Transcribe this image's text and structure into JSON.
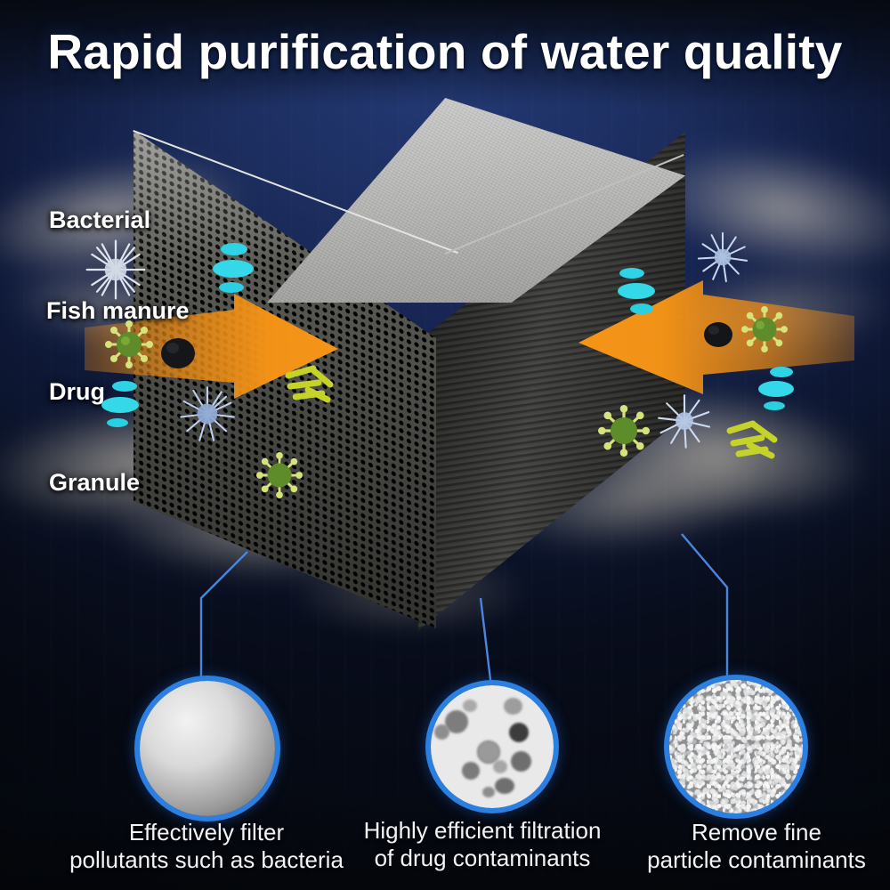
{
  "header": {
    "title": "Rapid purification of water quality"
  },
  "colors": {
    "background_dark": "#080d18",
    "background_navy": "#1b2c5c",
    "arrow_orange": "#f08c12",
    "circle_ring_blue": "#2b7fe0",
    "connector_blue": "#3d7fd6",
    "title_text": "#ffffff",
    "cube_top_gray": "#c2c3c0",
    "cube_front_dark": "#2a2a28"
  },
  "diagram": {
    "subject": "activated carbon honeycomb filter cube",
    "contaminant_labels": [
      {
        "id": "bacterial",
        "label": "Bacterial"
      },
      {
        "id": "fish-manure",
        "label": "Fish manure"
      },
      {
        "id": "drug",
        "label": "Drug"
      },
      {
        "id": "granule",
        "label": "Granule"
      }
    ],
    "arrows": [
      {
        "id": "arrow-left",
        "direction": "right",
        "color": "#f08c12"
      },
      {
        "id": "arrow-right",
        "direction": "left",
        "color": "#f08c12"
      }
    ],
    "particles": [
      {
        "type": "virus-green",
        "color": "#7aa62c"
      },
      {
        "type": "virus-spiky-white",
        "color": "#dfe6f2"
      },
      {
        "type": "pill-cyan",
        "color": "#2fd8e8"
      },
      {
        "type": "granule-dark",
        "color": "#1c1c1c"
      },
      {
        "type": "rod-bacteria",
        "color": "#c7d42a"
      }
    ]
  },
  "insets": [
    {
      "id": "inset-bacteria",
      "image_name": "sem-bacteria-micrograph",
      "caption_line1": "Effectively filter",
      "caption_line2": "pollutants such as bacteria"
    },
    {
      "id": "inset-drug",
      "image_name": "drug-particle-micrograph",
      "caption_line1": "Highly efficient filtration",
      "caption_line2": "of drug contaminants"
    },
    {
      "id": "inset-granule",
      "image_name": "fine-particle-micrograph",
      "caption_line1": "Remove fine",
      "caption_line2": "particle contaminants"
    }
  ]
}
